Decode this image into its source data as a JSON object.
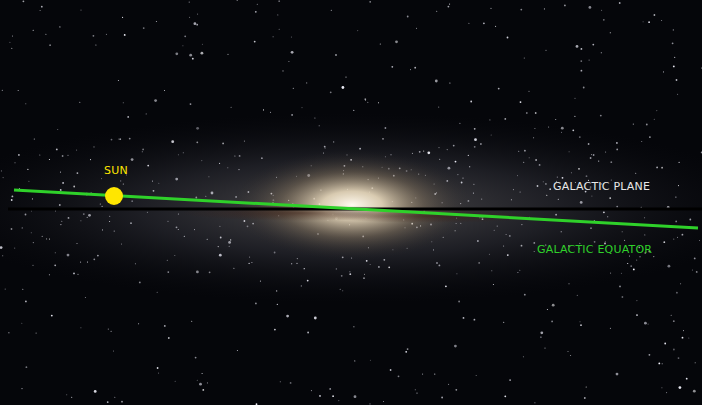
{
  "diagram": {
    "labels": [
      "SUN",
      "GALACTIC PLANE",
      "GALACTIC EQUATOR"
    ]
  }
}
